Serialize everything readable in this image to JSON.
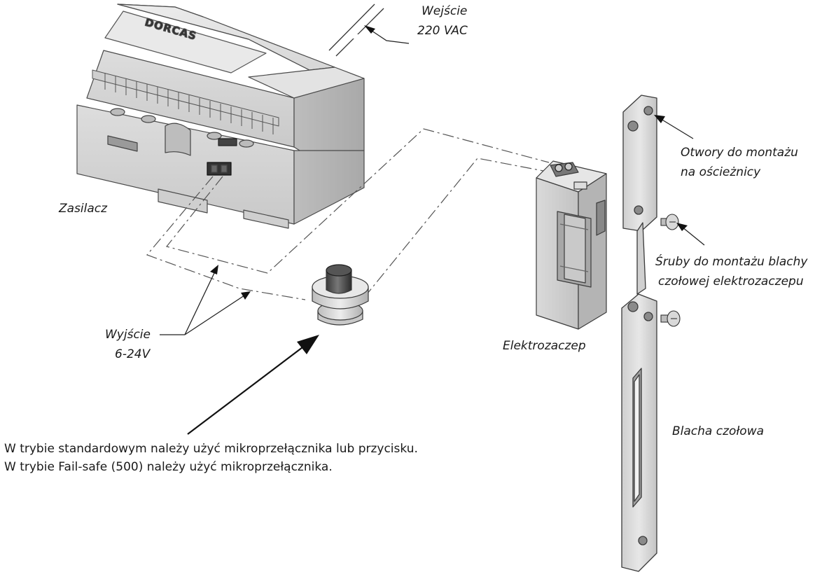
{
  "labels": {
    "input_line1": "Wejście",
    "input_line2": "220 VAC",
    "power_supply": "Zasilacz",
    "output_line1": "Wyjście",
    "output_line2": "6-24V",
    "electric_strike": "Elektrozaczep",
    "holes_line1": "Otwory do montażu",
    "holes_line2": "na ościeżnicy",
    "screws_line1": "Śruby do montażu blachy",
    "screws_line2": "czołowej elektrozaczepu",
    "faceplate": "Blacha czołowa"
  },
  "brand_text": "DORCAS",
  "note": {
    "line1": "W trybie standardowym należy użyć mikroprzełącznika lub przycisku.",
    "line2": "W trybie Fail-safe (500) należy użyć mikroprzełącznika."
  }
}
